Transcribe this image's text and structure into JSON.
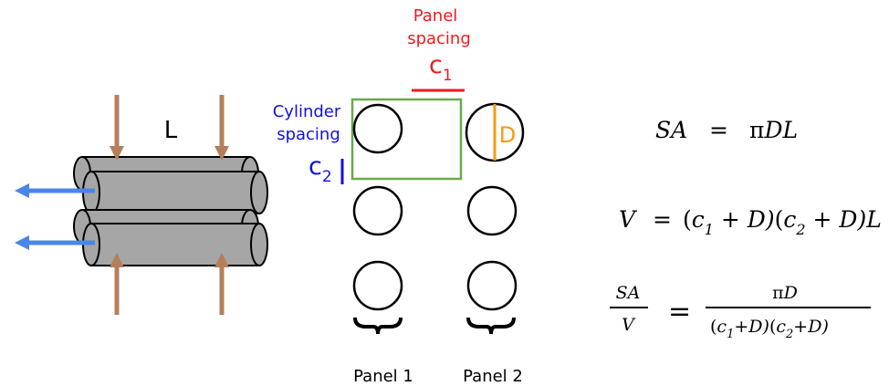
{
  "labels": {
    "length": "L",
    "panel_spacing_line1": "Panel",
    "panel_spacing_line2": "spacing",
    "c1_base": "c",
    "c1_sub": "1",
    "cylinder_spacing_line1": "Cylinder",
    "cylinder_spacing_line2": "spacing",
    "c2_base": "c",
    "c2_sub": "2",
    "diameter": "D",
    "panel1": "Panel 1",
    "panel2": "Panel 2"
  },
  "equations": {
    "sa": {
      "lhs": "SA",
      "eq": "=",
      "rhs_pi": "π",
      "rhs_rest": "DL"
    },
    "v": {
      "lhs": "V",
      "eq": "=",
      "p1_open": "(",
      "p1_c": "c",
      "p1_sub": "1",
      "p1_rest": " + D)",
      "p2_open": "(",
      "p2_c": "c",
      "p2_sub": "2",
      "p2_rest": " + D)",
      "tail": "L"
    },
    "ratio": {
      "num_left": "SA",
      "den_left": "V",
      "eq": "=",
      "num_right_pi": "π",
      "num_right_rest": "D",
      "den_a_open": "(",
      "den_a_c": "c",
      "den_a_sub": "1",
      "den_a_rest": "+D)",
      "den_b_open": "(",
      "den_b_c": "c",
      "den_b_sub": "2",
      "den_b_rest": "+D)"
    }
  },
  "colors": {
    "cylinder_fill": "#a6a6a6",
    "force_arrow": "#b57f5a",
    "flow_arrow": "#4a86e8",
    "panel_spacing": "#ee1c1c",
    "cylinder_spacing": "#1111dd",
    "unit_cell": "#6aa84f",
    "diameter": "#f39c12"
  }
}
